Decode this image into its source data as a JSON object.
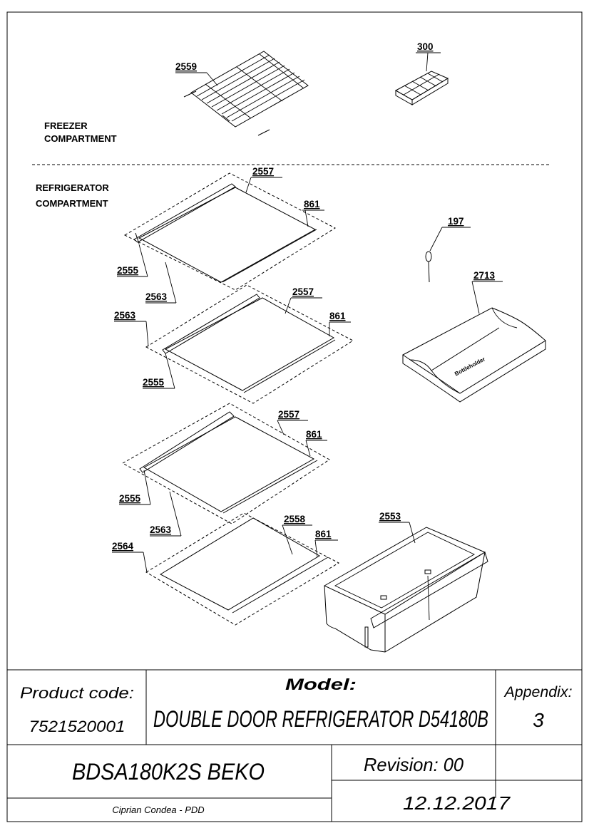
{
  "sections": {
    "freezer": [
      "FREEZER",
      "COMPARTMENT"
    ],
    "refrigerator": [
      "REFRIGERATOR",
      "COMPARTMENT"
    ]
  },
  "parts": {
    "wire_shelf": "2559",
    "ice_tray": "300",
    "glass_shelf_1": "2557",
    "glass_shelf_2": "2557",
    "glass_shelf_3": "2557",
    "glass_shelf_bottom": "2558",
    "trim_1": "861",
    "trim_2": "861",
    "trim_3": "861",
    "trim_4": "861",
    "front_profile_1": "2555",
    "front_profile_2": "2555",
    "front_profile_3": "2555",
    "shelf_assembly_1": "2563",
    "shelf_assembly_2a": "2563",
    "shelf_assembly_2b": "2563",
    "shelf_assembly_bottom": "2564",
    "egg_holder_clip": "197",
    "bottle_holder": "2713",
    "crisper": "2553",
    "bottle_holder_text": "Bottleholder"
  },
  "title_block": {
    "product_code_label": "Product code:",
    "product_code": "7521520001",
    "model_label": "Model:",
    "model_name": "DOUBLE DOOR REFRIGERATOR D54180B",
    "appendix_label": "Appendix:",
    "appendix_value": "3",
    "brand_model": "BDSA180K2S BEKO",
    "revision": "Revision: 00",
    "author": "Ciprian Condea - PDD",
    "date": "12.12.2017"
  }
}
